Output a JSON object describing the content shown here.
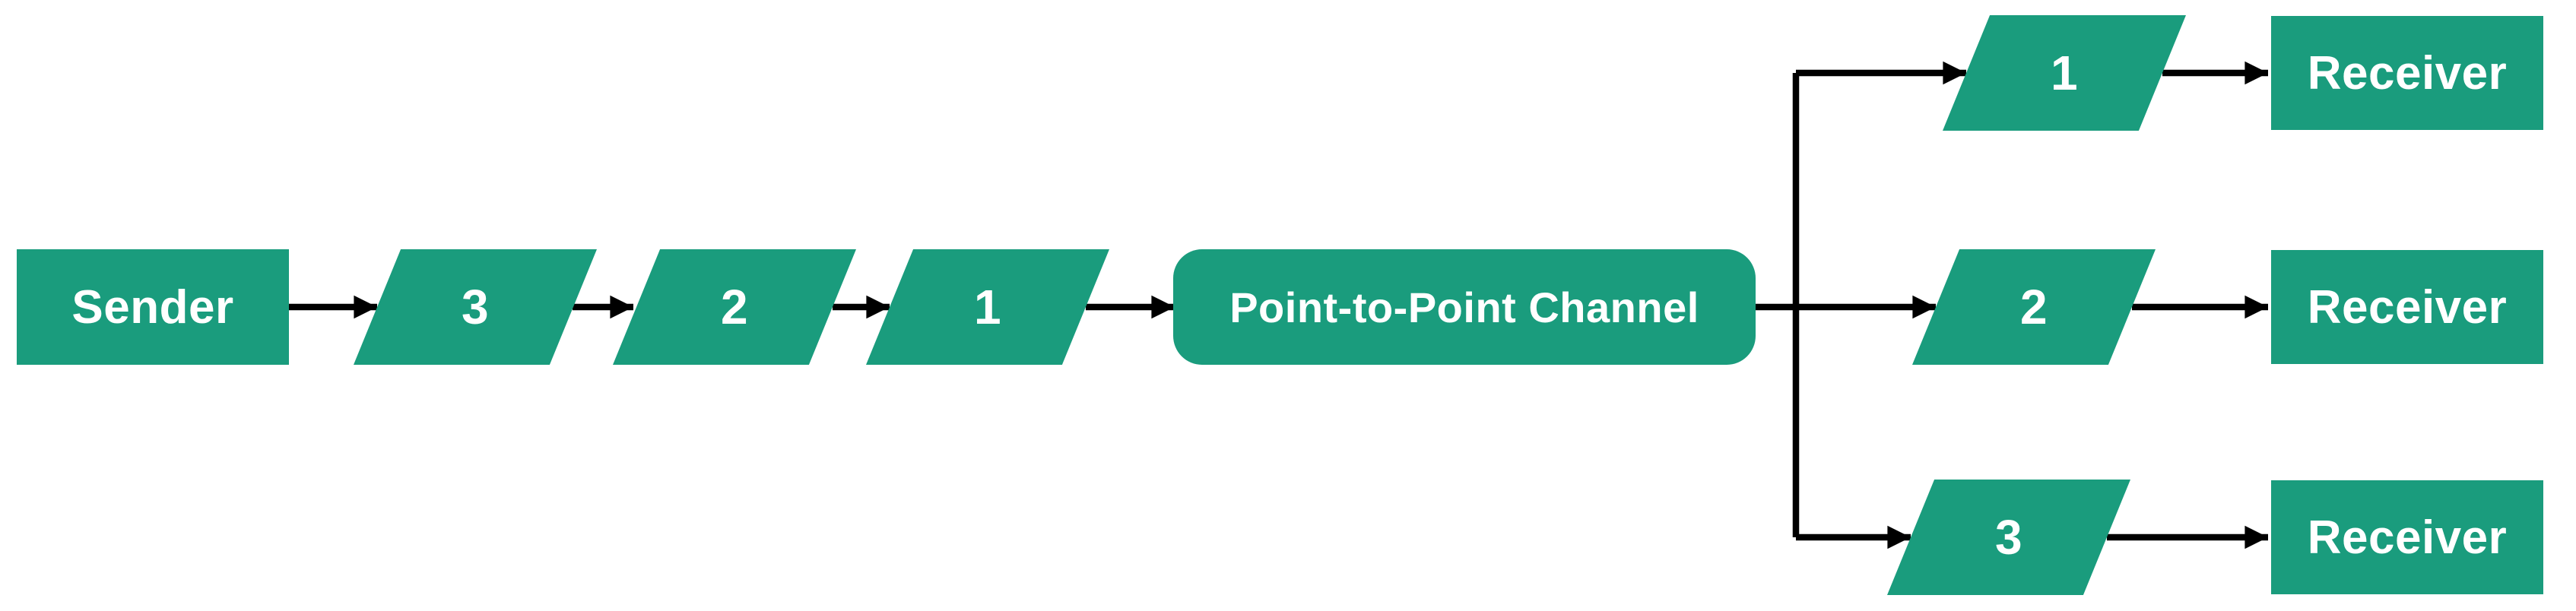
{
  "diagram": {
    "pattern_name": "Point-to-Point Channel",
    "colors": {
      "shape_fill": "#1A9C7D",
      "shape_text": "#FFFFFF",
      "connector": "#000000",
      "background": "#FFFFFF"
    },
    "sender": {
      "label": "Sender"
    },
    "channel": {
      "label": "Point-to-Point Channel"
    },
    "outgoing_messages": [
      {
        "label": "3"
      },
      {
        "label": "2"
      },
      {
        "label": "1"
      }
    ],
    "branches": [
      {
        "message": {
          "label": "1"
        },
        "receiver": {
          "label": "Receiver"
        }
      },
      {
        "message": {
          "label": "2"
        },
        "receiver": {
          "label": "Receiver"
        }
      },
      {
        "message": {
          "label": "3"
        },
        "receiver": {
          "label": "Receiver"
        }
      }
    ]
  }
}
